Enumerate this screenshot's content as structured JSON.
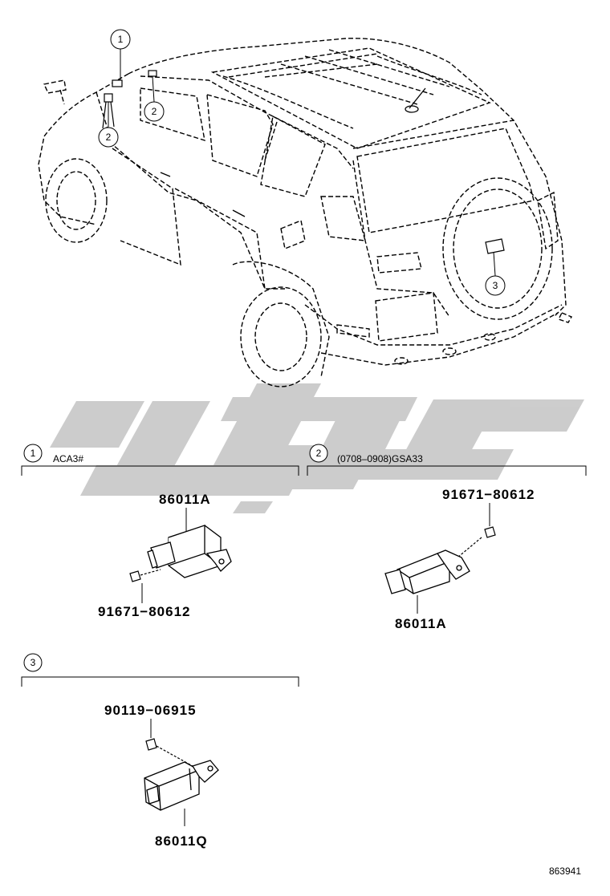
{
  "callouts": {
    "c1": "1",
    "c2a": "2",
    "c2b": "2",
    "c3": "3"
  },
  "sections": {
    "s1": {
      "number": "1",
      "label": "ACA3#"
    },
    "s2": {
      "number": "2",
      "label": "(0708–0908)GSA33"
    },
    "s3": {
      "number": "3",
      "label": ""
    }
  },
  "parts": {
    "s1_part": "86011A",
    "s1_bolt": "91671−80612",
    "s2_bolt": "91671−80612",
    "s2_part": "86011A",
    "s3_bolt": "90119−06915",
    "s3_part": "86011Q"
  },
  "diagram_id": "863941",
  "colors": {
    "line": "#000000",
    "watermark": "#bdbdbd"
  }
}
